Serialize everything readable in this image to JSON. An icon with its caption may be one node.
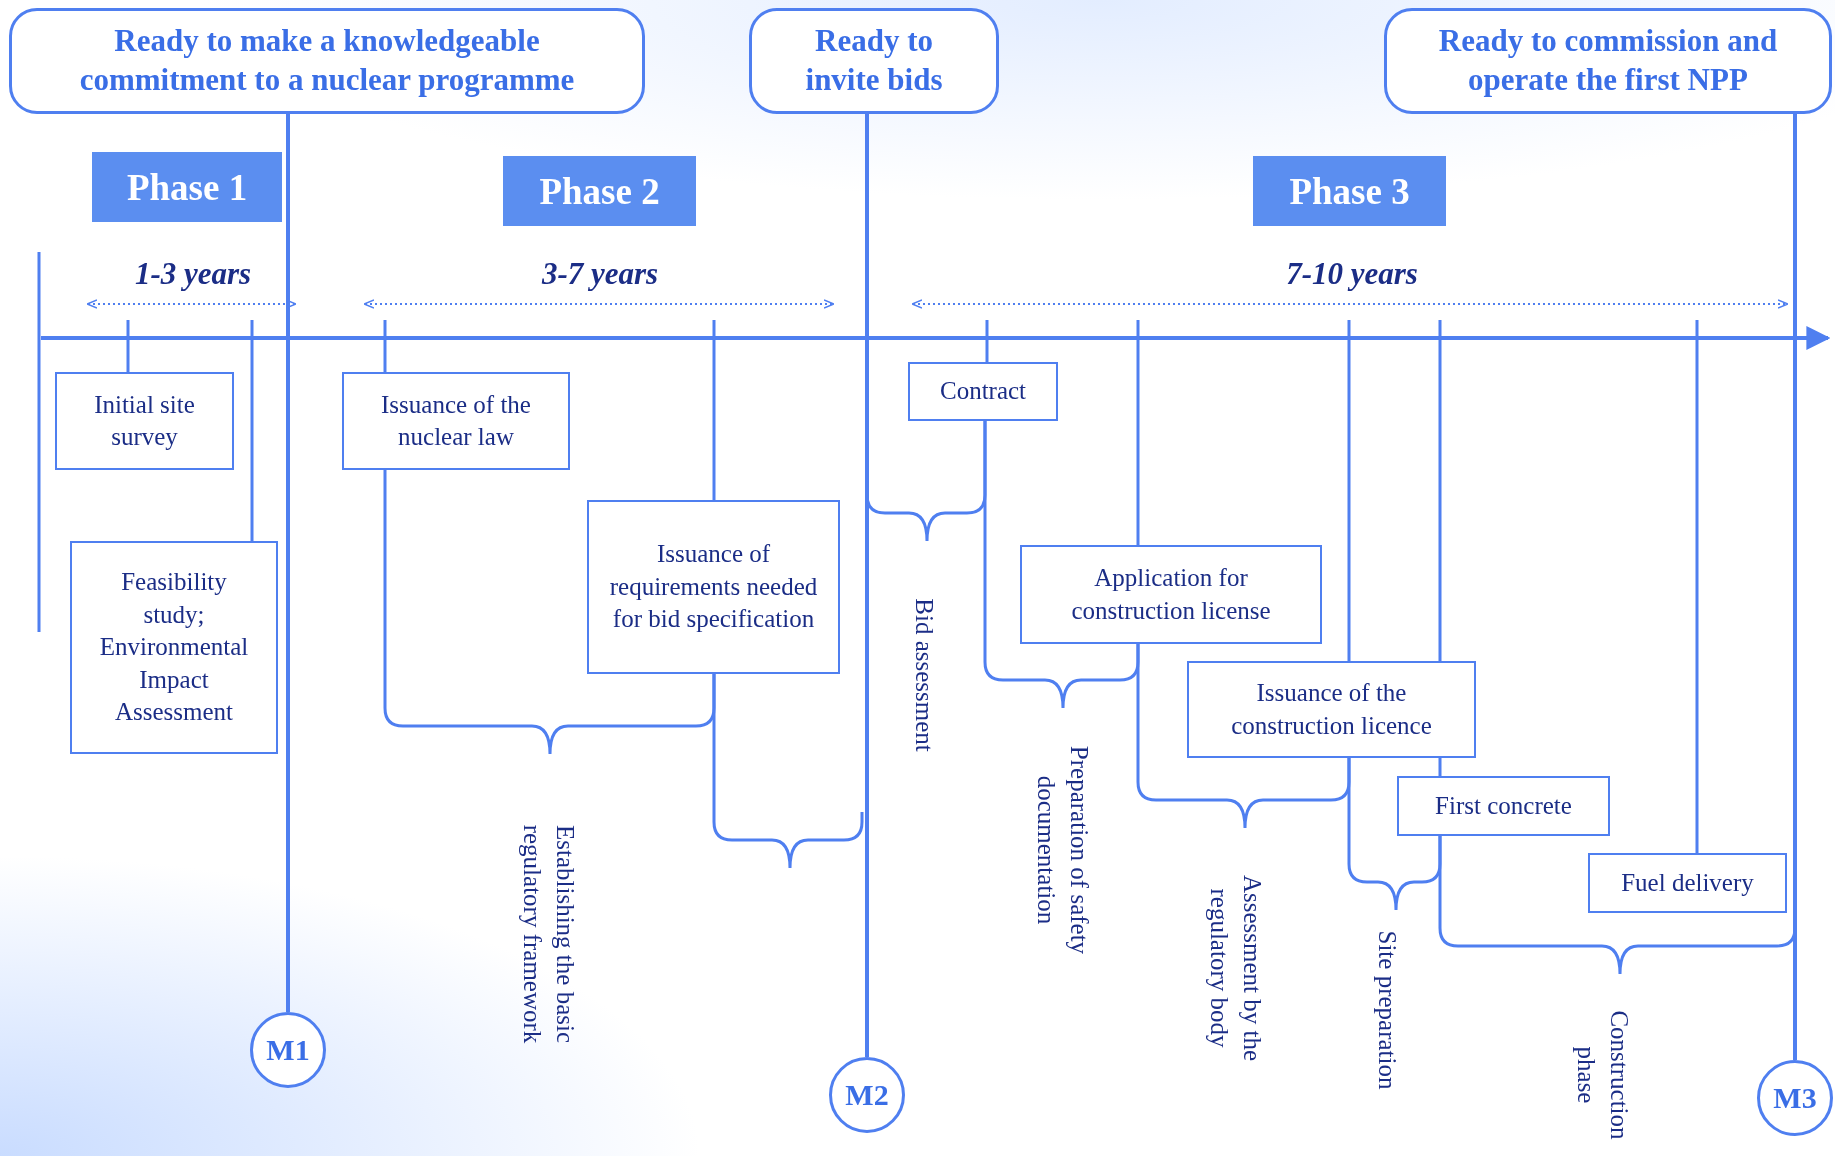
{
  "diagram": {
    "nodes": [
      {
        "text": [
          "Ready to make a knowledgeable commitment to a nuclear programme"
        ]
      },
      {
        "text": [
          "Ready to invite bids"
        ]
      },
      {
        "text": [
          "Ready to commission and operate the first NPP"
        ]
      },
      {
        "text": [
          "Phase 1"
        ]
      },
      {
        "text": [
          "Phase 2"
        ]
      },
      {
        "text": [
          "Phase 3"
        ]
      },
      {
        "text": [
          "Initial site survey"
        ]
      },
      {
        "text": [
          "Feasibility study; Environmental Impact Assessment"
        ]
      },
      {
        "text": [
          "Issuance of the nuclear law"
        ]
      },
      {
        "text": [
          "Issuance of requirements needed for bid specification"
        ]
      },
      {
        "text": [
          "Contract"
        ]
      },
      {
        "text": [
          "Application for construction license"
        ]
      },
      {
        "text": [
          "Issuance of the construction licence"
        ]
      },
      {
        "text": [
          "First concrete"
        ]
      },
      {
        "text": [
          "Fuel delivery"
        ]
      },
      {
        "text": [
          "M1"
        ]
      },
      {
        "text": [
          "M2"
        ]
      },
      {
        "text": [
          "M3"
        ]
      }
    ],
    "edges": [
      {
        "from": 0,
        "to": 15,
        "arrow": "none"
      },
      {
        "from": 1,
        "to": 16,
        "arrow": "none"
      },
      {
        "from": 2,
        "to": 17,
        "arrow": "none"
      }
    ],
    "labels": [
      "1-3 years",
      "3-7 years",
      "7-10 years",
      "Establishing the basic regulatory framework",
      "Bid assessment",
      "Preparation of safety documentation",
      "Assessment by the regulatory body",
      "Site preparation",
      "Construction phase"
    ]
  }
}
